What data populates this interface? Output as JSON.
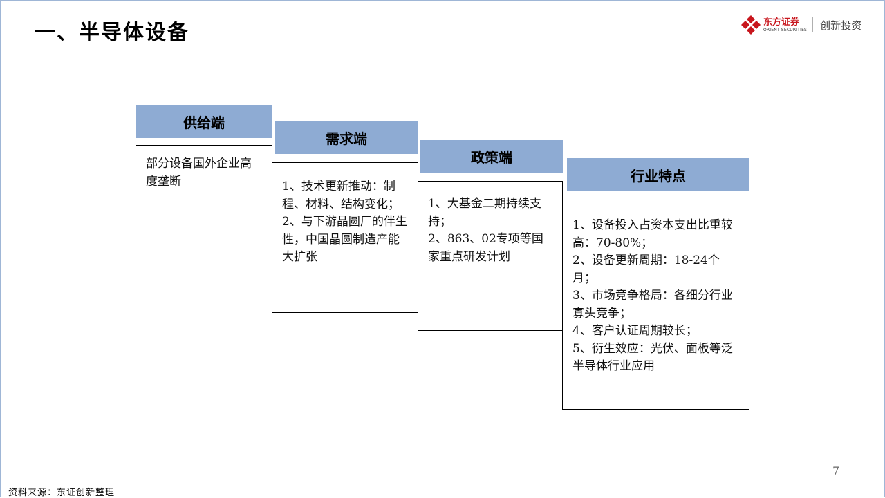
{
  "page": {
    "title": "一、半导体设备",
    "page_number": "7",
    "source": "资料来源：东证创新整理"
  },
  "logo": {
    "company_cn": "东方证券",
    "company_en": "ORIENT SECURITIES",
    "slogan": "创新投资",
    "brand_color": "#c8161d"
  },
  "columns": [
    {
      "header": "供给端",
      "lines": [
        "部分设备国外企业高度垄断"
      ]
    },
    {
      "header": "需求端",
      "lines": [
        "1、技术更新推动：制程、材料、结构变化；",
        "2、与下游晶圆厂的伴生性，中国晶圆制造产能大扩张"
      ]
    },
    {
      "header": "政策端",
      "lines": [
        "1、大基金二期持续支持；",
        "2、863、02专项等国家重点研发计划"
      ]
    },
    {
      "header": "行业特点",
      "lines": [
        "1、设备投入占资本支出比重较高：70-80%；",
        "2、设备更新周期：18-24个月；",
        "3、市场竞争格局：各细分行业寡头竞争；",
        "4、客户认证周期较长；",
        "5、衍生效应：光伏、面板等泛半导体行业应用"
      ]
    }
  ],
  "colors": {
    "header_fill": "#8eabd3",
    "border": "#000000"
  }
}
